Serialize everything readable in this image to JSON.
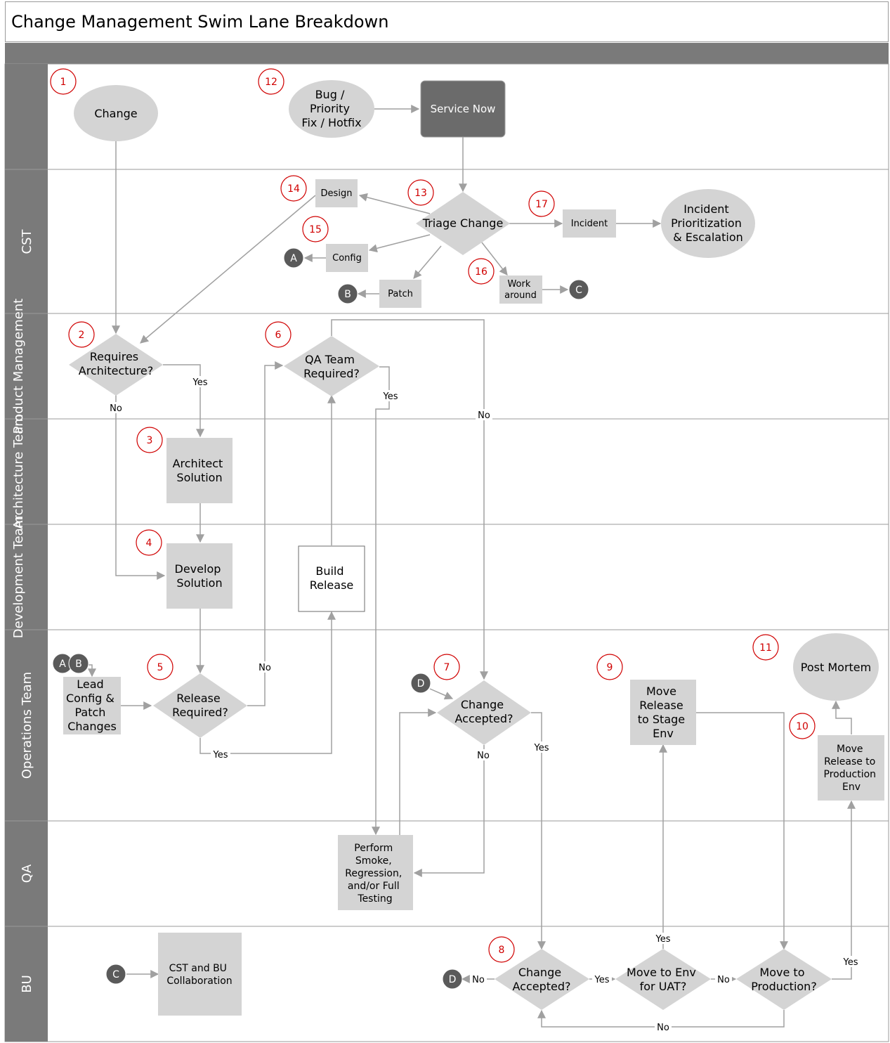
{
  "title": "Change Management Swim Lane Breakdown",
  "colors": {
    "header_bar": "#7a7a7a",
    "lane_label_bg": "#7a7a7a",
    "lane_border": "#9a9a9a",
    "shape_fill": "#d4d4d4",
    "dark_fill": "#6b6b6b",
    "connector_fill": "#5a5a5a",
    "arrow": "#a0a0a0",
    "step_number": "#d00000"
  },
  "lanes": [
    "CST",
    "Product Management",
    "Architecture Team",
    "Development Team",
    "Operations Team",
    "QA",
    "BU"
  ],
  "step_numbers": [
    "1",
    "2",
    "3",
    "4",
    "5",
    "6",
    "7",
    "8",
    "9",
    "10",
    "11",
    "12",
    "13",
    "14",
    "15",
    "16",
    "17"
  ],
  "nodes": {
    "change": "Change",
    "bug": [
      "Bug /",
      "Priority",
      "Fix / Hotfix"
    ],
    "service_now": "Service Now",
    "triage": "Triage Change",
    "design": "Design",
    "config": "Config",
    "patch": "Patch",
    "workaround": [
      "Work",
      "around"
    ],
    "incident": "Incident",
    "incident_prio": [
      "Incident",
      "Prioritization",
      "& Escalation"
    ],
    "requires_arch": [
      "Requires",
      "Architecture?"
    ],
    "qa_required": [
      "QA Team",
      "Required?"
    ],
    "architect": [
      "Architect",
      "Solution"
    ],
    "develop": [
      "Develop",
      "Solution"
    ],
    "build": [
      "Build",
      "Release"
    ],
    "lead_config": [
      "Lead",
      "Config &",
      "Patch",
      "Changes"
    ],
    "release_required": [
      "Release",
      "Required?"
    ],
    "change_accepted_ops": [
      "Change",
      "Accepted?"
    ],
    "move_stage": [
      "Move",
      "Release",
      "to Stage",
      "Env"
    ],
    "move_prod": [
      "Move",
      "Release to",
      "Production",
      "Env"
    ],
    "post_mortem": "Post Mortem",
    "perform_testing": [
      "Perform",
      "Smoke,",
      "Regression,",
      "and/or Full",
      "Testing"
    ],
    "cst_bu": [
      "CST and BU",
      "Collaboration"
    ],
    "change_accepted_bu": [
      "Change",
      "Accepted?"
    ],
    "move_uat": [
      "Move to Env",
      "for UAT?"
    ],
    "move_production": [
      "Move to",
      "Production?"
    ]
  },
  "connectors": {
    "a": "A",
    "b": "B",
    "c": "C",
    "d": "D"
  },
  "edge_labels": {
    "yes": "Yes",
    "no": "No"
  }
}
